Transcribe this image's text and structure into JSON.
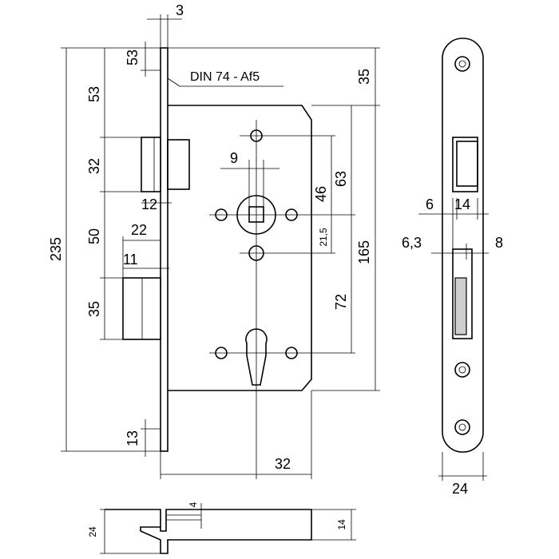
{
  "standard_label": "DIN 74 - Af5",
  "dimensions": {
    "faceplate_thickness": "3",
    "top_hole_offset": "53",
    "top_to_latch": "53",
    "latch_height": "32",
    "latch_depth": "12",
    "latch_to_deadbolt": "50",
    "deadbolt_throw": "22",
    "deadbolt_depth": "11",
    "deadbolt_height": "35",
    "bottom_hole_offset": "13",
    "overall_height": "235",
    "case_top_offset": "35",
    "spindle_square": "9",
    "spindle_to_top_fix": "46",
    "spindle_above": "63",
    "fix_spacing": "21,5",
    "case_height": "165",
    "spindle_to_cylinder": "72",
    "backset": "32",
    "latch_offset": "6",
    "latch_width": "14",
    "bolt_offset": "6,3",
    "bolt_width": "8",
    "faceplate_width": "24",
    "bottom_height": "24",
    "bottom_plate": "4",
    "bottom_case": "14"
  }
}
